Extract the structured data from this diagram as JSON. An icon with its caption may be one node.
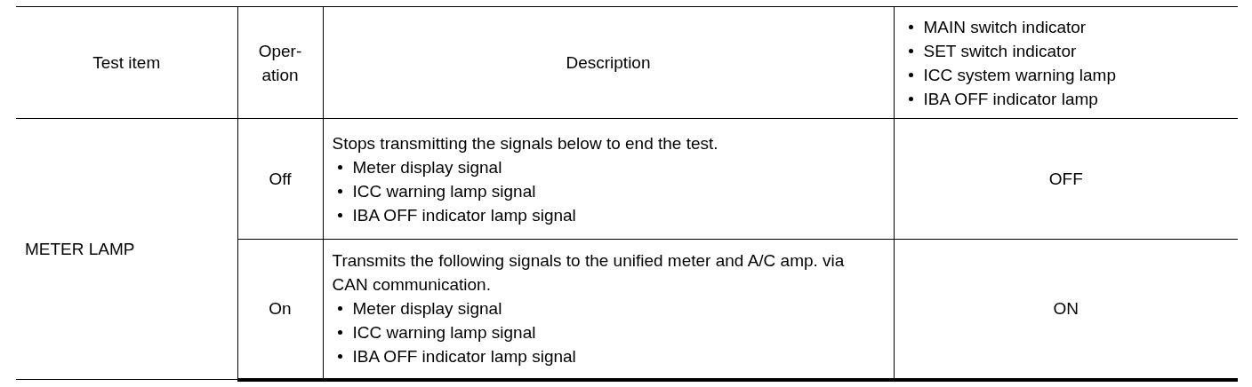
{
  "diagram": {
    "labels": [
      "Test item",
      "Oper- ation",
      "Description",
      "MAIN switch indicator",
      "SET switch indicator",
      "ICC system warning lamp",
      "IBA OFF indicator lamp",
      "METER LAMP",
      "Off",
      "Stops transmitting the signals below to end the test.",
      "Meter display signal",
      "ICC warning lamp signal",
      "IBA OFF indicator lamp signal",
      "OFF",
      "On",
      "Transmits the following signals to the unified meter and A/C amp. via CAN communication.",
      "Meter display signal",
      "ICC warning lamp signal",
      "IBA OFF indicator lamp signal",
      "ON"
    ]
  }
}
